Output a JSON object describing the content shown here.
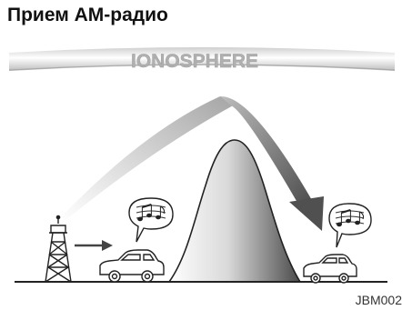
{
  "title": "Прием АМ-радио",
  "figure": {
    "layer_label": "IONOSPHERE",
    "code": "JBM002"
  },
  "icons": [
    "radio-tower-icon",
    "car-icon",
    "music-notes-icon"
  ],
  "colors": {
    "ionosphere_band": "#b9b9b9",
    "mountain_light": "#ffffff",
    "mountain_dark": "#555555",
    "arrow_dark": "#555555",
    "text": "#111111"
  }
}
